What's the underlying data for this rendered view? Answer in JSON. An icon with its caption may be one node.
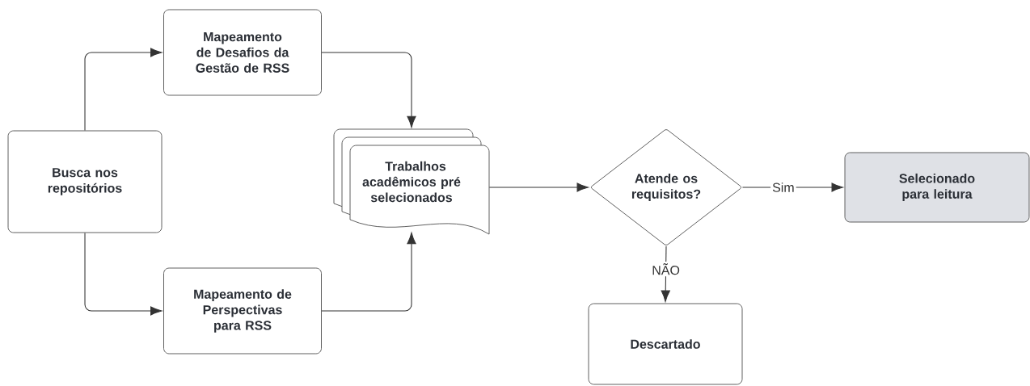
{
  "diagram": {
    "nodes": [
      {
        "text": [
          "Busca nos repositórios"
        ]
      },
      {
        "text": [
          "Mapeamento de Desafios da Gestão de RSS"
        ]
      },
      {
        "text": [
          "Mapeamento de Perspectivas para RSS"
        ]
      },
      {
        "text": [
          "Trabalhos acadêmicos pré selecionados"
        ]
      },
      {
        "text": [
          "Atende os requisitos?"
        ]
      },
      {
        "text": [
          "Selecionado para leitura"
        ]
      },
      {
        "text": [
          "Descartado"
        ]
      }
    ],
    "edges": [
      {
        "from": 0,
        "to": 1,
        "arrow": "to"
      },
      {
        "from": 0,
        "to": 2,
        "arrow": "to"
      },
      {
        "from": 1,
        "to": 3,
        "arrow": "to"
      },
      {
        "from": 2,
        "to": 3,
        "arrow": "to"
      },
      {
        "from": 3,
        "to": 4,
        "arrow": "to"
      },
      {
        "from": 4,
        "to": 5,
        "arrow": "to",
        "label": "Sim"
      },
      {
        "from": 4,
        "to": 6,
        "arrow": "to",
        "label": "NÃO"
      }
    ]
  }
}
